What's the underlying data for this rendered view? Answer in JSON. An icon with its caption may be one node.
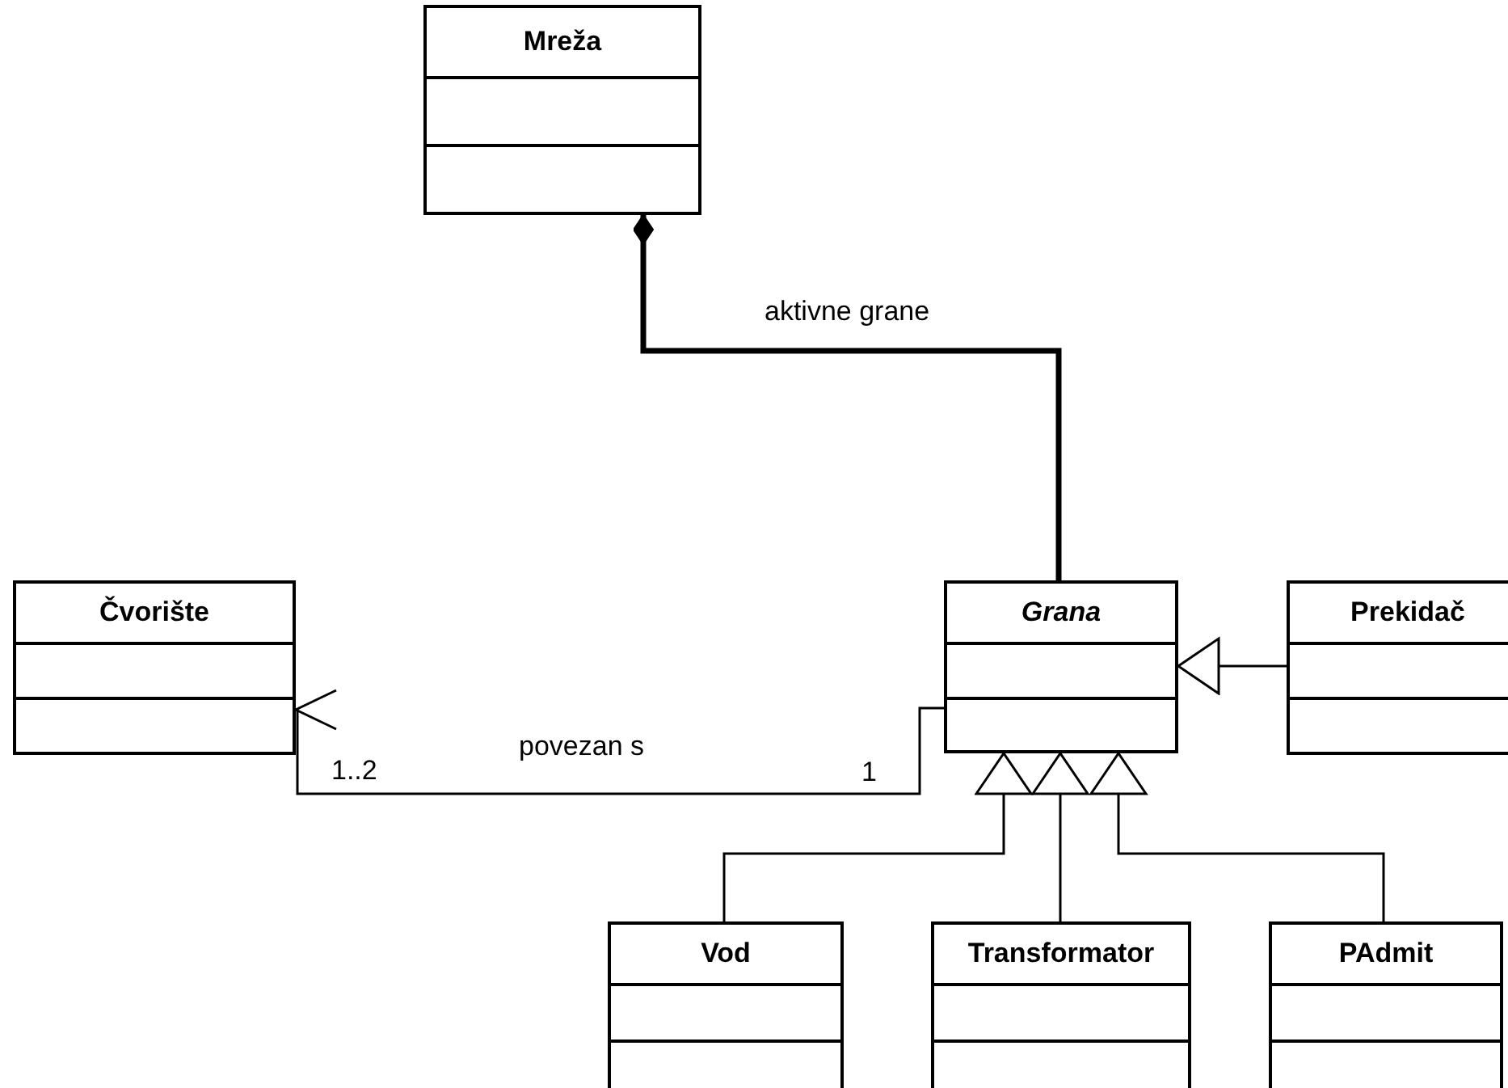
{
  "diagram": {
    "nodes": [
      {
        "text": [
          "Mreža"
        ]
      },
      {
        "text": [
          "Čvorište"
        ]
      },
      {
        "text": [
          "Grana"
        ]
      },
      {
        "text": [
          "Prekidač"
        ]
      },
      {
        "text": [
          "Vod"
        ]
      },
      {
        "text": [
          "Transformator"
        ]
      },
      {
        "text": [
          "PAdmit"
        ]
      }
    ],
    "edges": [
      {
        "from": 2,
        "to": 0,
        "arrow": "other",
        "style": "thick",
        "label": "aktivne grane"
      },
      {
        "from": 2,
        "to": 1,
        "arrow": "to",
        "label": "povezan s"
      },
      {
        "from": 3,
        "to": 2,
        "arrow": "to"
      },
      {
        "from": 4,
        "to": 2,
        "arrow": "to"
      },
      {
        "from": 5,
        "to": 2,
        "arrow": "to"
      },
      {
        "from": 6,
        "to": 2,
        "arrow": "to"
      }
    ],
    "labels": [
      "1..2",
      "1"
    ]
  }
}
